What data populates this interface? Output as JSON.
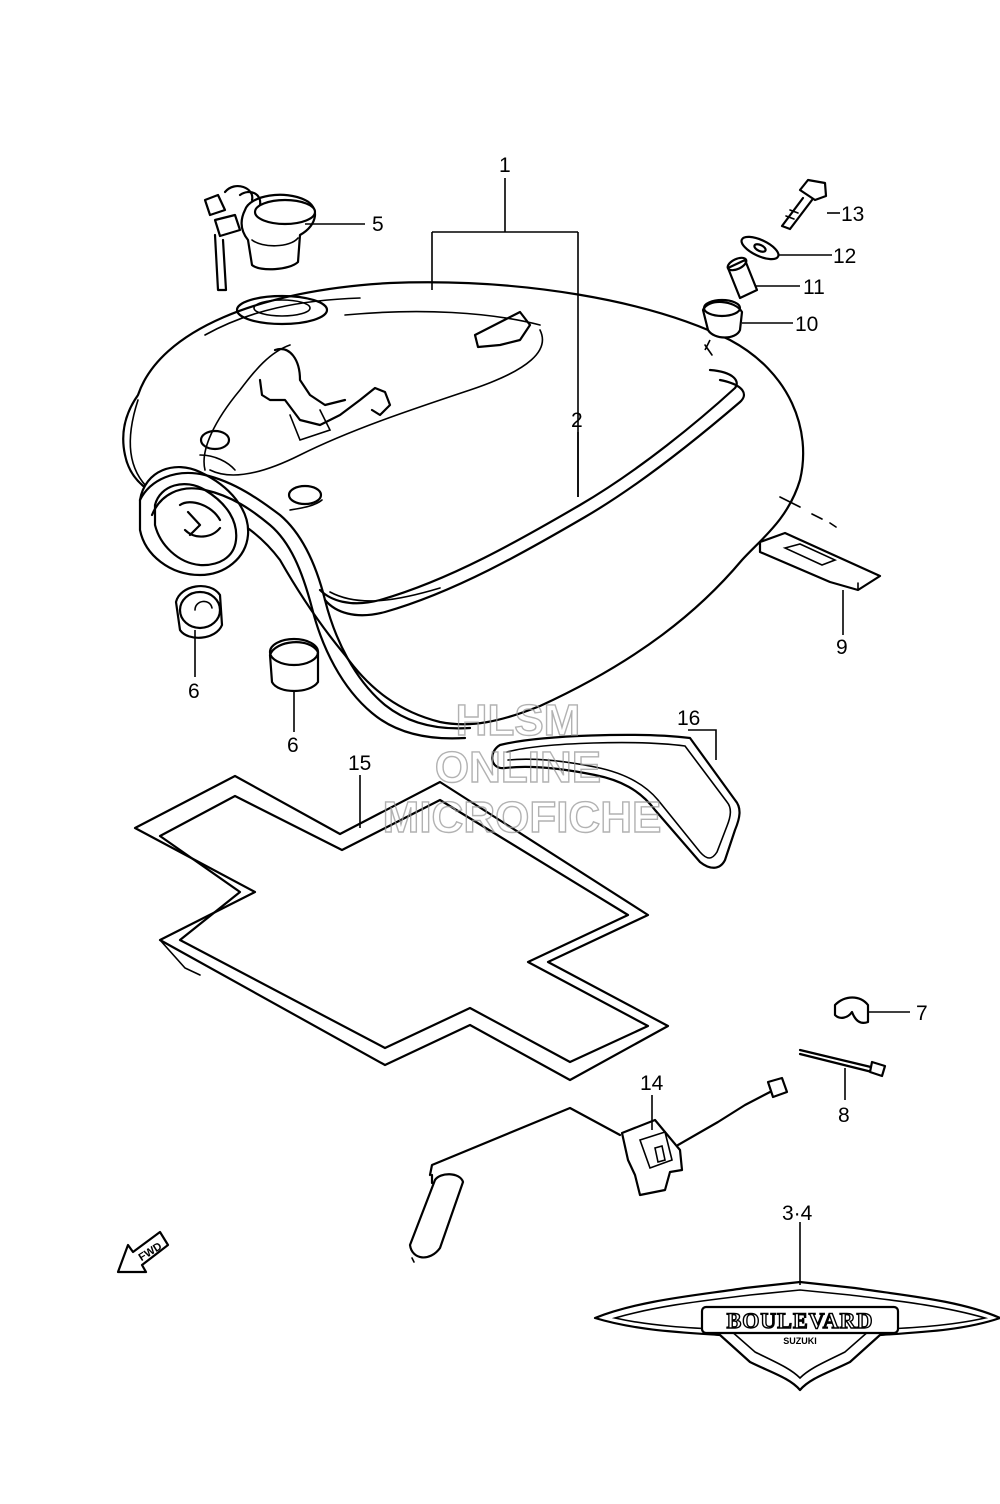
{
  "callouts": {
    "p1": "1",
    "p2": "2",
    "p34": "3·4",
    "p5": "5",
    "p6a": "6",
    "p6b": "6",
    "p7": "7",
    "p8": "8",
    "p9": "9",
    "p10": "10",
    "p11": "11",
    "p12": "12",
    "p13": "13",
    "p14": "14",
    "p15": "15",
    "p16": "16"
  },
  "watermark": {
    "line1": "HLSM",
    "line2": "ONLINE",
    "line3": "MICROFICHE"
  },
  "badge": {
    "main": "BOULEVARD",
    "sub": "SUZUKI"
  },
  "direction": {
    "label": "FWD"
  }
}
